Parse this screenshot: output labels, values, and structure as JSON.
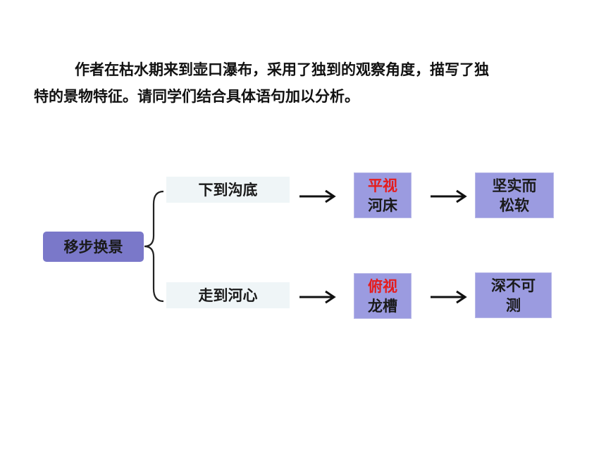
{
  "intro": {
    "line1": "作者在枯水期来到壶口瀑布，采用了独到的观察角度，描写了独",
    "line2": "特的景物特征。请同学们结合具体语句加以分析。"
  },
  "diagram": {
    "root": "移步换景",
    "branches": [
      {
        "position": "下到沟底",
        "view_highlight": "平视",
        "view_object": "河床",
        "result_line1": "坚实而",
        "result_line2": "松软"
      },
      {
        "position": "走到河心",
        "view_highlight": "俯视",
        "view_object": "龙槽",
        "result_line1": "深不可",
        "result_line2": "测"
      }
    ]
  },
  "colors": {
    "root_fill": "#7a78c9",
    "box_fill": "#9b9be0",
    "branch_fill": "#eff5f7",
    "highlight": "#e51d1d"
  }
}
